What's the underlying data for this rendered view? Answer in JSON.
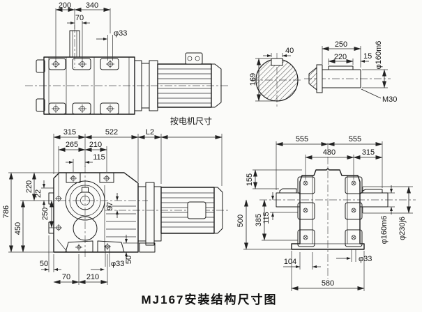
{
  "drawing": {
    "caption": "MJ167安装结构尺寸图",
    "colors": {
      "line_color": "#1c1c1c",
      "background": "#fbfbf9"
    },
    "views": {
      "motor_top": {
        "d200": "200",
        "d340": "340",
        "d70": "70",
        "dphi33": "φ33"
      },
      "shaft_section": {
        "d40": "40",
        "d169": "169"
      },
      "shaft_side": {
        "d250": "250",
        "d220": "220",
        "d15": "15",
        "dphi160": "φ160m6",
        "dM30": "M30"
      },
      "front": {
        "d315": "315",
        "d522": "522",
        "dL2": "L2",
        "motor_note": "按电机尺寸",
        "d265": "265",
        "d210": "210",
        "d115": "115",
        "d786": "786",
        "d450": "450",
        "d220": "220",
        "d22": "22",
        "d250": "250",
        "d97": "97",
        "d50_left": "50",
        "d70": "70",
        "d210_bottom": "210",
        "dphi33": "φ33",
        "d50_right": "50"
      },
      "side": {
        "d555_left": "555",
        "d555_right": "555",
        "d480": "480",
        "d315": "315",
        "d155": "155",
        "d385": "385",
        "d115": "115",
        "d500": "500",
        "d104": "104",
        "d580": "580",
        "dphi33": "φ33",
        "dphi160": "φ160m6",
        "dphi230": "φ230j6"
      }
    }
  }
}
